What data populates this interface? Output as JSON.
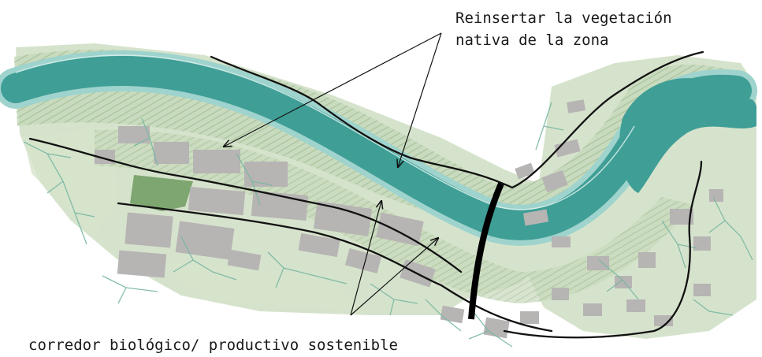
{
  "annotations": {
    "top": {
      "line1": "Reinsertar la vegetación",
      "line2": "nativa de la zona"
    },
    "bottom": {
      "text": "corredor biológico/ productivo sostenible"
    }
  },
  "colors": {
    "river": "#3f9e96",
    "river_edge": "#9fd3cd",
    "riparian": "#b9cfa9",
    "vegetation_light": "#d6e3cc",
    "field_green": "#6f9b5f",
    "building": "#b7b4b4",
    "roots": "#78b7a2",
    "line": "#111111"
  },
  "icons": [
    "arrow-icon",
    "bridge-icon"
  ]
}
